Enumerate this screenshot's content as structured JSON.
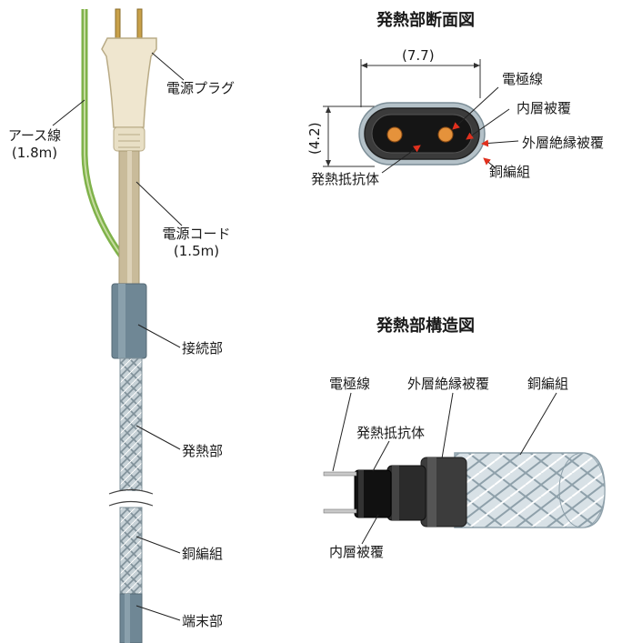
{
  "left_diagram": {
    "plug": "電源プラグ",
    "earth_wire": {
      "name": "アース線",
      "length": "(1.8m)"
    },
    "power_cord": {
      "name": "電源コード",
      "length": "(1.5m)"
    },
    "joint": "接続部",
    "heating_section": "発熱部",
    "copper_braid": "銅編組",
    "end_cap": "端末部"
  },
  "cross_section": {
    "title": "発熱部断面図",
    "width_dim": "(7.7)",
    "height_dim": "(4.2)",
    "electrode": "電極線",
    "inner_sheath": "内層被覆",
    "outer_insulation": "外層絶縁被覆",
    "copper_braid": "銅編組",
    "heating_resistor": "発熱抵抗体"
  },
  "structure": {
    "title": "発熱部構造図",
    "electrode": "電極線",
    "outer_insulation": "外層絶縁被覆",
    "copper_braid": "銅編組",
    "heating_resistor": "発熱抵抗体",
    "inner_sheath": "内層被覆"
  },
  "colors": {
    "cord": "#c9bb9a",
    "earth_wire": "#7fb24a",
    "joint": "#6f8795",
    "braid": "#b9c6cc",
    "end_cap": "#6f8795",
    "pointer_arrow": "#e0301e"
  }
}
